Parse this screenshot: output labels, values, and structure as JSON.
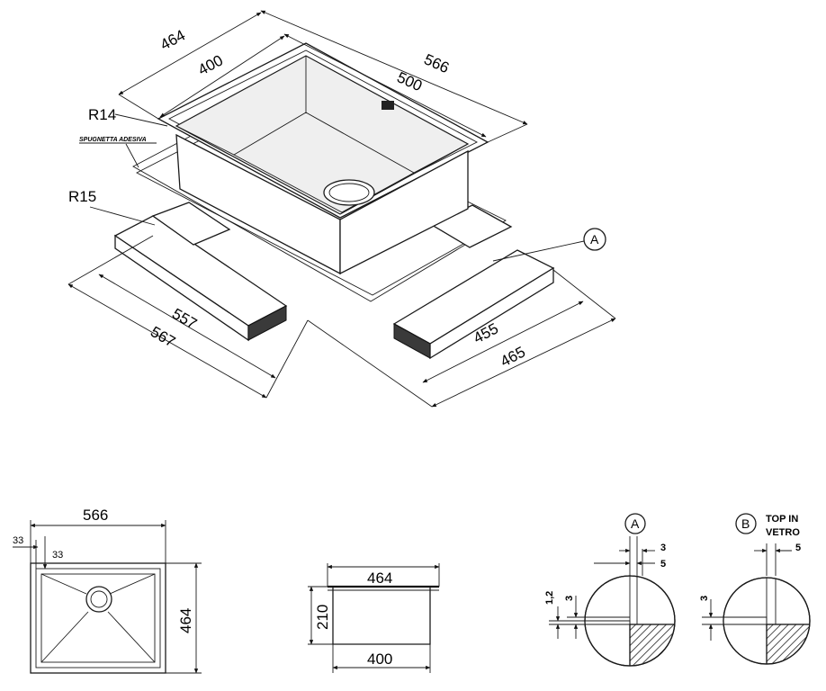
{
  "iso": {
    "d_464": "464",
    "d_400": "400",
    "d_566": "566",
    "d_500": "500",
    "r14": "R14",
    "spugnetta": "SPUGNETTA ADESIVA",
    "r15": "R15",
    "d_557": "557",
    "d_567": "567",
    "d_455": "455",
    "d_465": "465",
    "callout_a": "A"
  },
  "top_view": {
    "d_566": "566",
    "d_33_a": "33",
    "d_33_b": "33",
    "d_464": "464"
  },
  "section_view": {
    "d_464": "464",
    "d_210": "210",
    "d_400": "400"
  },
  "detail_a": {
    "label": "A",
    "d_3_top": "3",
    "d_5": "5",
    "d_1_2": "1,2",
    "d_3_side": "3"
  },
  "detail_b": {
    "label": "B",
    "note_line1": "TOP IN",
    "note_line2": "VETRO",
    "d_5": "5",
    "d_3": "3"
  }
}
